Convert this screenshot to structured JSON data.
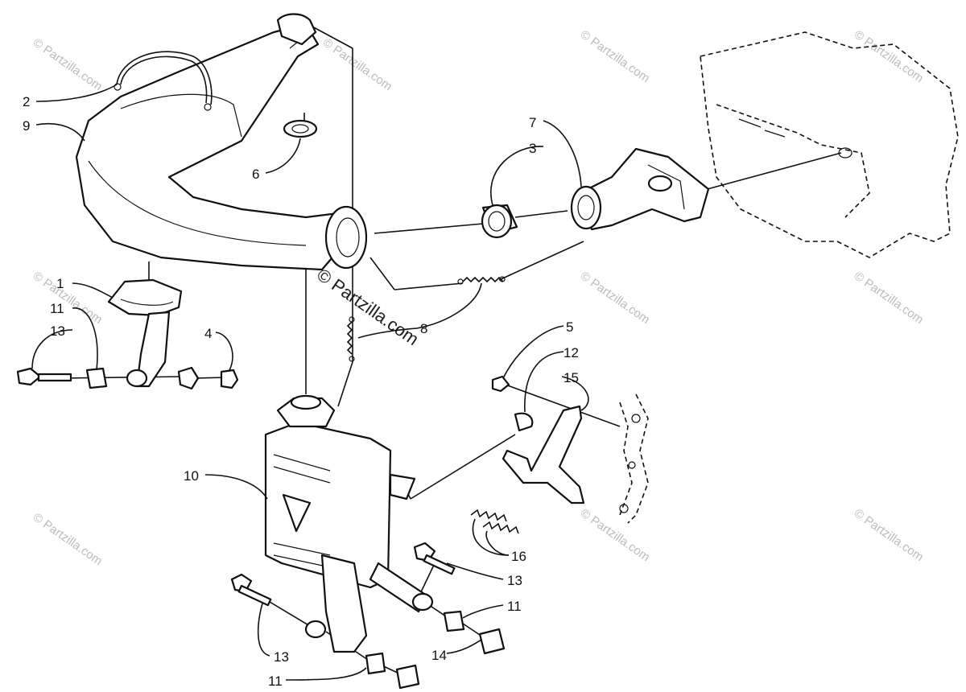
{
  "diagram": {
    "callouts": [
      {
        "id": "c2",
        "text": "2"
      },
      {
        "id": "c9",
        "text": "9"
      },
      {
        "id": "c6",
        "text": "6"
      },
      {
        "id": "c7",
        "text": "7"
      },
      {
        "id": "c3",
        "text": "3"
      },
      {
        "id": "c1",
        "text": "1"
      },
      {
        "id": "c11a",
        "text": "11"
      },
      {
        "id": "c13a",
        "text": "13"
      },
      {
        "id": "c4",
        "text": "4"
      },
      {
        "id": "c8",
        "text": "8"
      },
      {
        "id": "c5",
        "text": "5"
      },
      {
        "id": "c12",
        "text": "12"
      },
      {
        "id": "c15",
        "text": "15"
      },
      {
        "id": "c10",
        "text": "10"
      },
      {
        "id": "c16",
        "text": "16"
      },
      {
        "id": "c13b",
        "text": "13"
      },
      {
        "id": "c11b",
        "text": "11"
      },
      {
        "id": "c13c",
        "text": "13"
      },
      {
        "id": "c14",
        "text": "14"
      },
      {
        "id": "c11c",
        "text": "11"
      }
    ],
    "watermark_text": "© Partzilla.com"
  }
}
